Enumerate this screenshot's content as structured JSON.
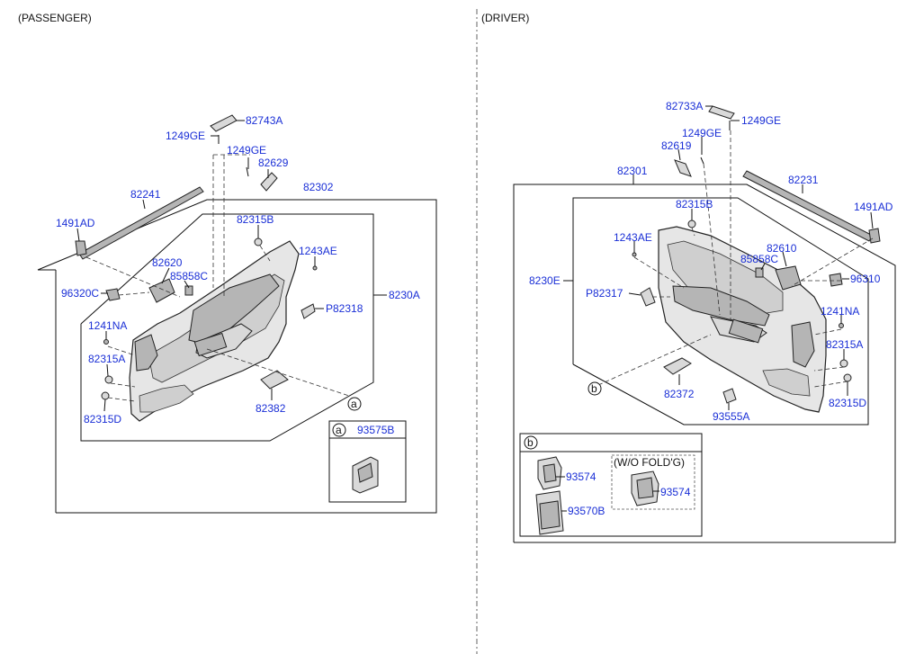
{
  "sections": {
    "passenger": "(PASSENGER)",
    "driver": "(DRIVER)"
  },
  "passenger_labels": {
    "p82743A": "82743A",
    "p1249GE_a": "1249GE",
    "p1249GE_b": "1249GE",
    "p82629": "82629",
    "p82302": "82302",
    "p82241": "82241",
    "p82315B": "82315B",
    "p1491AD": "1491AD",
    "p1243AE": "1243AE",
    "p82620": "82620",
    "p85858C": "85858C",
    "p96320C": "96320C",
    "p8230A": "8230A",
    "pP82318": "P82318",
    "p1241NA": "1241NA",
    "p82315A": "82315A",
    "p82315D": "82315D",
    "p82382": "82382",
    "p_a": "a"
  },
  "passenger_callout": {
    "letter": "a",
    "part": "93575B"
  },
  "driver_labels": {
    "d82733A": "82733A",
    "d1249GE_a": "1249GE",
    "d1249GE_b": "1249GE",
    "d82619": "82619",
    "d82301": "82301",
    "d82231": "82231",
    "d82315B": "82315B",
    "d1491AD": "1491AD",
    "d1243AE": "1243AE",
    "d82610": "82610",
    "d85858C": "85858C",
    "d8230E": "8230E",
    "d96310": "96310",
    "dP82317": "P82317",
    "d1241NA": "1241NA",
    "d82315A": "82315A",
    "d82372": "82372",
    "d93555A": "93555A",
    "d82315D": "82315D",
    "d_b": "b"
  },
  "driver_callout": {
    "letter": "b",
    "part_a": "93574",
    "part_b": "93570B",
    "variant_title": "(W/O FOLD'G)",
    "variant_part": "93574"
  }
}
